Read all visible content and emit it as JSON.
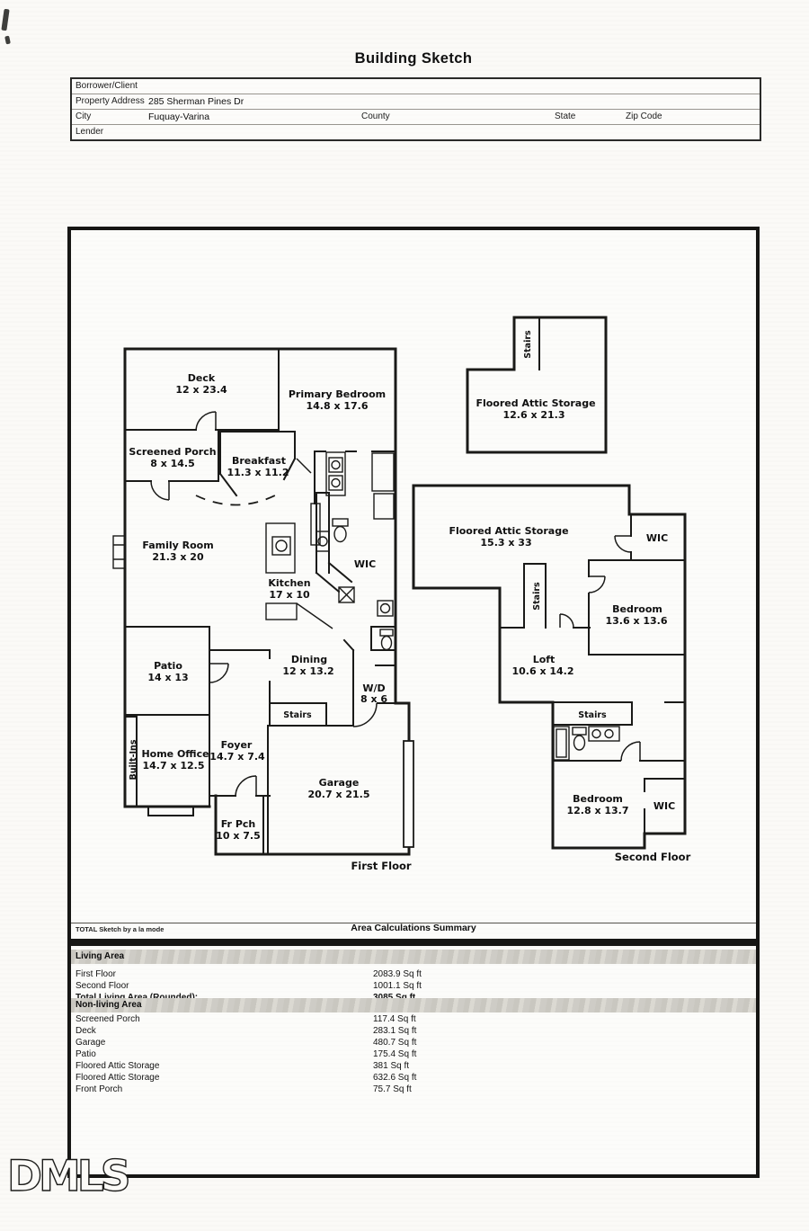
{
  "title": "Building Sketch",
  "form": {
    "borrower_label": "Borrower/Client",
    "property_label": "Property Address",
    "property_value": "285 Sherman Pines Dr",
    "city_label": "City",
    "city_value": "Fuquay-Varina",
    "county_label": "County",
    "state_label": "State",
    "zip_label": "Zip Code",
    "lender_label": "Lender"
  },
  "plan": {
    "first_floor": {
      "caption": "First Floor",
      "deck": {
        "name": "Deck",
        "dims": "12 x 23.4"
      },
      "primary_bedroom": {
        "name": "Primary Bedroom",
        "dims": "14.8 x 17.6"
      },
      "screened_porch": {
        "name": "Screened Porch",
        "dims": "8 x 14.5"
      },
      "breakfast": {
        "name": "Breakfast",
        "dims": "11.3 x 11.2"
      },
      "family_room": {
        "name": "Family Room",
        "dims": "21.3 x 20"
      },
      "kitchen": {
        "name": "Kitchen",
        "dims": "17 x 10"
      },
      "wic": {
        "name": "WIC"
      },
      "patio": {
        "name": "Patio",
        "dims": "14 x 13"
      },
      "dining": {
        "name": "Dining",
        "dims": "12 x 13.2"
      },
      "wd": {
        "name": "W/D",
        "dims": "8 x 6"
      },
      "stairs": {
        "name": "Stairs"
      },
      "built_ins": {
        "name": "Built-Ins"
      },
      "home_office": {
        "name": "Home Office",
        "dims": "14.7 x 12.5"
      },
      "foyer": {
        "name": "Foyer",
        "dims": "14.7 x 7.4"
      },
      "front_porch": {
        "name": "Fr Pch",
        "dims": "10 x 7.5"
      },
      "garage": {
        "name": "Garage",
        "dims": "20.7 x 21.5"
      }
    },
    "second_floor": {
      "caption": "Second Floor",
      "attic_upper": {
        "name": "Floored Attic Storage",
        "dims": "12.6 x 21.3"
      },
      "attic_upper_stairs": {
        "name": "Stairs"
      },
      "attic_main": {
        "name": "Floored Attic Storage",
        "dims": "15.3 x 33"
      },
      "attic_stairs": {
        "name": "Stairs"
      },
      "wic_top": {
        "name": "WIC"
      },
      "bedroom_a": {
        "name": "Bedroom",
        "dims": "13.6 x 13.6"
      },
      "loft": {
        "name": "Loft",
        "dims": "10.6 x 14.2"
      },
      "hall_stairs": {
        "name": "Stairs"
      },
      "bedroom_b": {
        "name": "Bedroom",
        "dims": "12.8 x 13.7"
      },
      "wic_bottom": {
        "name": "WIC"
      }
    }
  },
  "summary": {
    "brand": "TOTAL Sketch by a la mode",
    "heading": "Area Calculations Summary",
    "living_header": "Living Area",
    "living_rows": [
      {
        "label": "First Floor",
        "value": "2083.9 Sq ft"
      },
      {
        "label": "Second Floor",
        "value": "1001.1 Sq ft"
      }
    ],
    "total_label": "Total Living Area (Rounded):",
    "total_value": "3085 Sq ft",
    "nonliving_header": "Non-living Area",
    "nonliving_rows": [
      {
        "label": "Screened Porch",
        "value": "117.4 Sq ft"
      },
      {
        "label": "Deck",
        "value": "283.1 Sq ft"
      },
      {
        "label": "Garage",
        "value": "480.7 Sq ft"
      },
      {
        "label": "Patio",
        "value": "175.4 Sq ft"
      },
      {
        "label": "Floored Attic Storage",
        "value": "381 Sq ft"
      },
      {
        "label": "Floored Attic Storage",
        "value": "632.6 Sq ft"
      },
      {
        "label": "Front Porch",
        "value": "75.7 Sq ft"
      }
    ]
  },
  "watermark": "DMLS"
}
